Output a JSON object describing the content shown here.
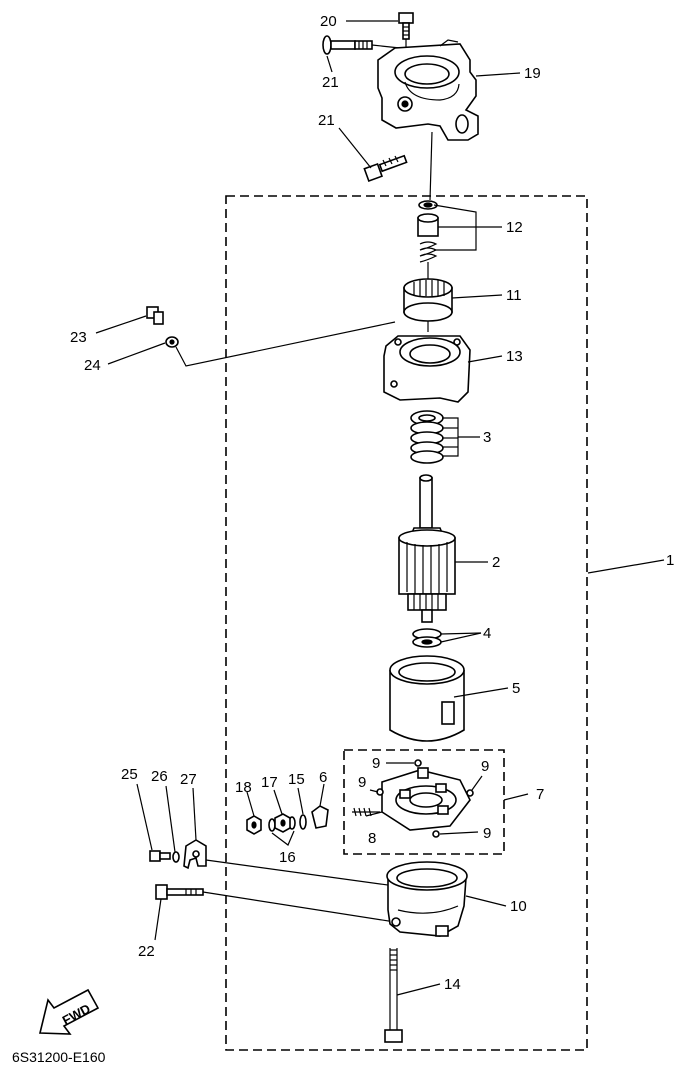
{
  "labels": {
    "l1": "1",
    "l2": "2",
    "l3": "3",
    "l4": "4",
    "l5": "5",
    "l6": "6",
    "l7": "7",
    "l8": "8",
    "l9a": "9",
    "l9b": "9",
    "l9c": "9",
    "l9d": "9",
    "l10": "10",
    "l11": "11",
    "l12": "12",
    "l13": "13",
    "l14": "14",
    "l15": "15",
    "l16": "16",
    "l17": "17",
    "l18": "18",
    "l19": "19",
    "l20": "20",
    "l21a": "21",
    "l21b": "21",
    "l22": "22",
    "l23": "23",
    "l24": "24",
    "l25": "25",
    "l26": "26",
    "l27": "27"
  },
  "fwd_label": "FWD",
  "diagram_code": "6S31200-E160"
}
